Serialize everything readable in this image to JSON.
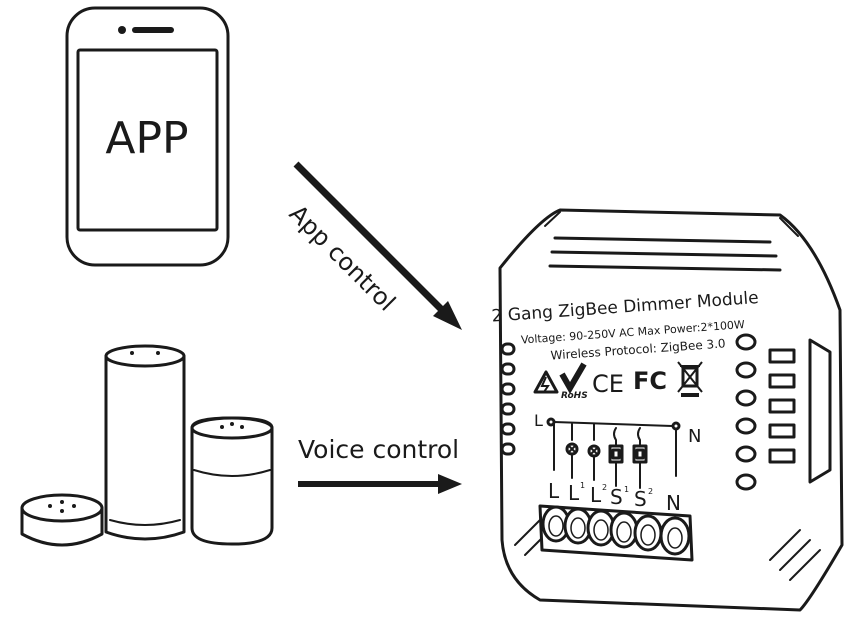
{
  "phone": {
    "screen_label": "APP"
  },
  "arrows": {
    "app_label": "App control",
    "voice_label": "Voice control"
  },
  "module": {
    "title": "2 Gang ZigBee Dimmer Module",
    "voltage_line": "Voltage: 90-250V AC Max Power:2*100W",
    "protocol_line": "Wireless Protocol: ZigBee 3.0",
    "cert_marks": [
      "RoHS",
      "CE",
      "FC"
    ],
    "diagram_left": "L",
    "diagram_right": "N",
    "terminals": [
      {
        "label": "L",
        "sup": ""
      },
      {
        "label": "L",
        "sup": "1"
      },
      {
        "label": "L",
        "sup": "2"
      },
      {
        "label": "S",
        "sup": "1"
      },
      {
        "label": "S",
        "sup": "2"
      },
      {
        "label": "N",
        "sup": ""
      }
    ]
  },
  "colors": {
    "ink": "#1a1a1a",
    "background": "#ffffff"
  },
  "icons": [
    "smartphone-icon",
    "smart-speaker-tall-icon",
    "smart-speaker-dot-icon",
    "smart-speaker-mini-icon",
    "warning-icon",
    "rohs-check-icon",
    "ce-mark-icon",
    "fcc-mark-icon",
    "weee-bin-icon"
  ]
}
